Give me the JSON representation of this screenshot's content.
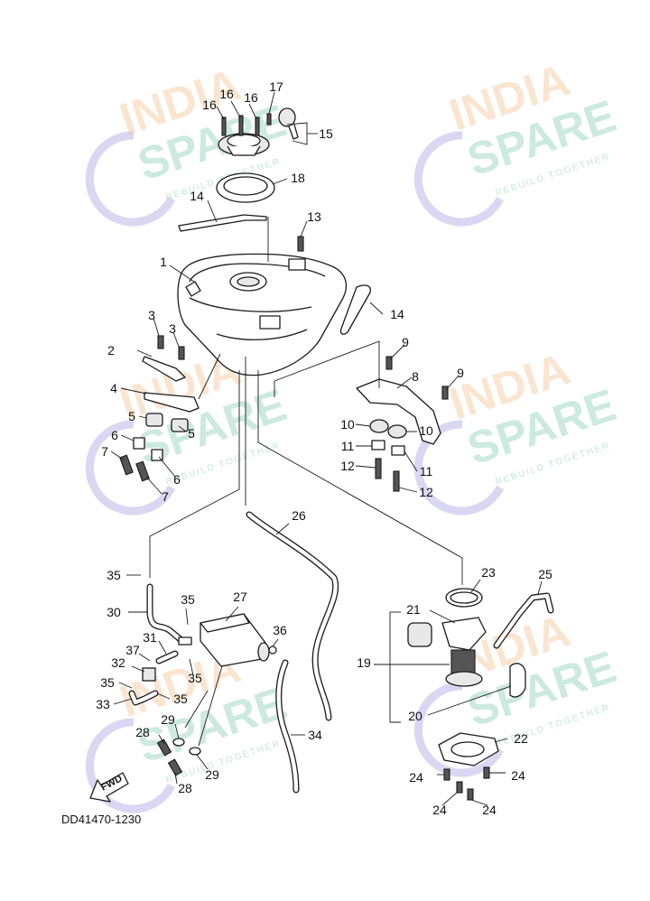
{
  "watermark": {
    "line1": "INDIA",
    "line2": "SPARE",
    "tagline": "REBUILD TOGETHER"
  },
  "diagram_code": "DD41470-1230",
  "fwd_label": "FWD",
  "callouts": {
    "c1": "1",
    "c2": "2",
    "c3a": "3",
    "c3b": "3",
    "c4": "4",
    "c5a": "5",
    "c5b": "5",
    "c6a": "6",
    "c6b": "6",
    "c7a": "7",
    "c7b": "7",
    "c8": "8",
    "c9a": "9",
    "c9b": "9",
    "c10a": "10",
    "c10b": "10",
    "c11a": "11",
    "c11b": "11",
    "c12a": "12",
    "c12b": "12",
    "c13": "13",
    "c14a": "14",
    "c14b": "14",
    "c15": "15",
    "c16a": "16",
    "c16b": "16",
    "c16c": "16",
    "c17": "17",
    "c18": "18",
    "c19": "19",
    "c20": "20",
    "c21": "21",
    "c22": "22",
    "c23": "23",
    "c24a": "24",
    "c24b": "24",
    "c24c": "24",
    "c24d": "24",
    "c25": "25",
    "c26": "26",
    "c27": "27",
    "c28a": "28",
    "c28b": "28",
    "c29a": "29",
    "c29b": "29",
    "c30": "30",
    "c31": "31",
    "c32": "32",
    "c33": "33",
    "c34": "34",
    "c35a": "35",
    "c35b": "35",
    "c35c": "35",
    "c35d": "35",
    "c35e": "35",
    "c36": "36",
    "c37": "37"
  }
}
